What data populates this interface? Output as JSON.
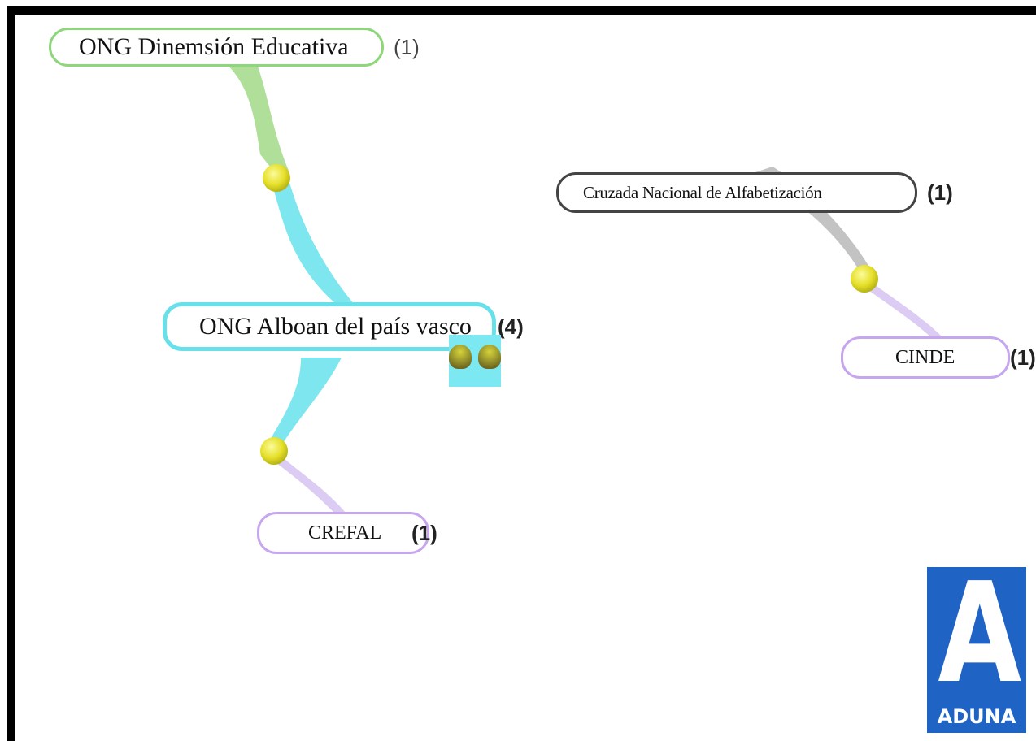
{
  "diagram": {
    "nodes": {
      "ong_dimension": {
        "label": "ONG Dinemsión Educativa",
        "count": "(1)",
        "color": "#8ed67a"
      },
      "ong_alboan": {
        "label": "ONG Alboan del país vasco",
        "count": "(4)",
        "color": "#68e0ea"
      },
      "cruzada": {
        "label": "Cruzada Nacional de Alfabetización",
        "count": "(1)",
        "color": "#444444"
      },
      "cinde": {
        "label": "CINDE",
        "count": "(1)",
        "color": "#c6a6ee"
      },
      "crefal": {
        "label": "CREFAL",
        "count": "(1)",
        "color": "#c6a6ee"
      }
    },
    "edges": [
      {
        "from": "ong_dimension",
        "to": "ong_alboan"
      },
      {
        "from": "ong_alboan",
        "to": "crefal"
      },
      {
        "from": "cruzada",
        "to": "cinde"
      }
    ]
  },
  "logo": {
    "letter": "A",
    "text": "ADUNA",
    "color": "#1f64c5"
  }
}
